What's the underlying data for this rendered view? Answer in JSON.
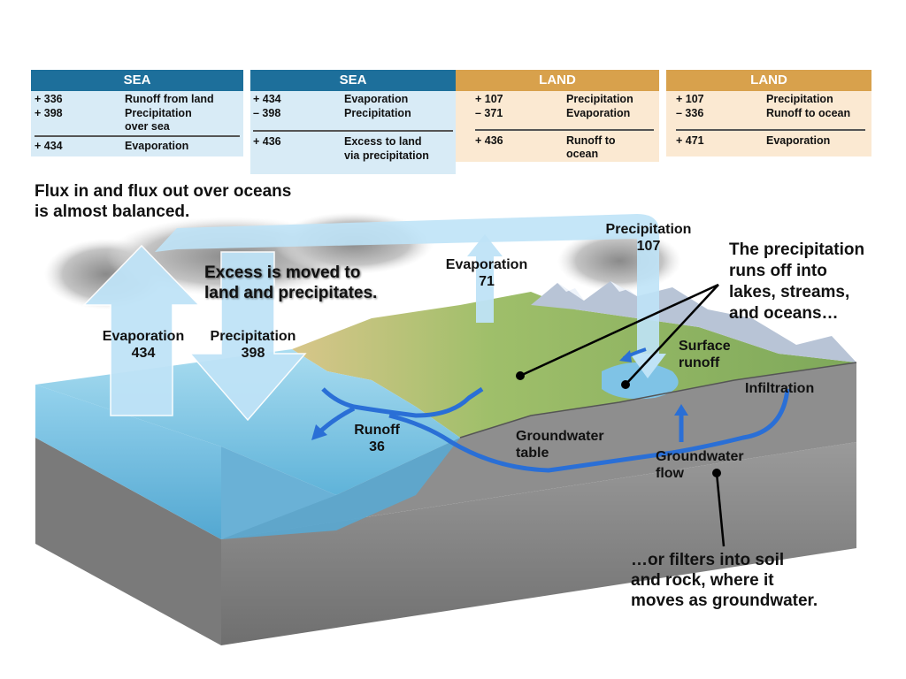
{
  "colors": {
    "sea_header": "#1d6f9b",
    "sea_body": "#d8ebf6",
    "land_header": "#d8a14c",
    "land_body": "#fbe9d2",
    "ocean": "#7cc4e4",
    "rock": "#8c8c8c",
    "arrow_light": "#bfe3f7",
    "arrow_blue": "#2a6fd6"
  },
  "tables": {
    "sea1": {
      "header": "SEA",
      "r1_num": "+ 336",
      "r1_label": "Runoff from land",
      "r2_num": "+ 398",
      "r2_label": "Precipitation",
      "r2_label2": "over sea",
      "r3_num": "+ 434",
      "r3_label": "Evaporation"
    },
    "sea2": {
      "header": "SEA",
      "r1_num": "+ 434",
      "r1_label": "Evaporation",
      "r2_num": "– 398",
      "r2_label": "Precipitation",
      "r3_num": "+ 436",
      "r3_label": "Excess to land",
      "r3_label2": "via precipitation"
    },
    "land1": {
      "header": "LAND",
      "r1_num": "+ 107",
      "r1_label": "Precipitation",
      "r2_num": "– 371",
      "r2_label": "Evaporation",
      "r3_num": "+ 436",
      "r3_label": "Runoff to",
      "r3_label2": "ocean"
    },
    "land2": {
      "header": "LAND",
      "r1_num": "+ 107",
      "r1_label": "Precipitation",
      "r2_num": "– 336",
      "r2_label": "Runoff to ocean",
      "r3_num": "+ 471",
      "r3_label": "Evaporation"
    }
  },
  "captions": {
    "flux_1": "Flux in and flux out over oceans",
    "flux_2": "is almost balanced.",
    "excess_1": "Excess is moved to",
    "excess_2": "land and precipitates.",
    "runs_1": "The precipitation",
    "runs_2": "runs off into",
    "runs_3": "lakes, streams,",
    "runs_4": "and oceans…",
    "filters_1": "…or filters into soil",
    "filters_2": "and rock, where it",
    "filters_3": "moves as groundwater."
  },
  "labels": {
    "evap_sea": "Evaporation",
    "evap_sea_val": "434",
    "precip_sea": "Precipitation",
    "precip_sea_val": "398",
    "evap_land": "Evaporation",
    "evap_land_val": "71",
    "precip_land": "Precipitation",
    "precip_land_val": "107",
    "surface_runoff_1": "Surface",
    "surface_runoff_2": "runoff",
    "infiltration": "Infiltration",
    "runoff": "Runoff",
    "runoff_val": "36",
    "gw_table_1": "Groundwater",
    "gw_table_2": "table",
    "gw_flow_1": "Groundwater",
    "gw_flow_2": "flow"
  }
}
